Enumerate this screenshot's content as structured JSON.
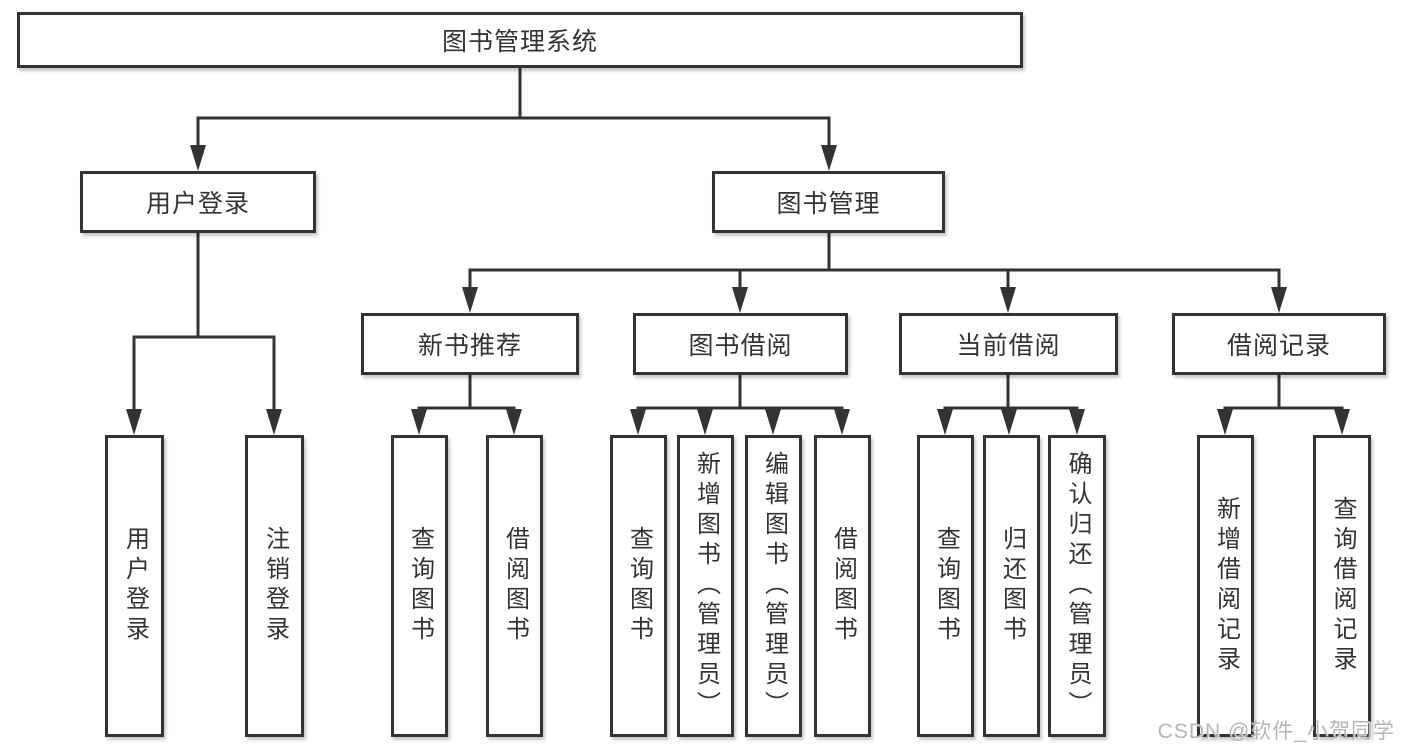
{
  "diagram": {
    "type": "tree",
    "title": "图书管理系统",
    "root": {
      "label": "图书管理系统",
      "children": [
        {
          "label": "用户登录",
          "children": [
            {
              "label": "用户登录"
            },
            {
              "label": "注销登录"
            }
          ]
        },
        {
          "label": "图书管理",
          "children": [
            {
              "label": "新书推荐",
              "children": [
                {
                  "label": "查询图书"
                },
                {
                  "label": "借阅图书"
                }
              ]
            },
            {
              "label": "图书借阅",
              "children": [
                {
                  "label": "查询图书"
                },
                {
                  "label": "新增图书（管理员）"
                },
                {
                  "label": "编辑图书（管理员）"
                },
                {
                  "label": "借阅图书"
                }
              ]
            },
            {
              "label": "当前借阅",
              "children": [
                {
                  "label": "查询图书"
                },
                {
                  "label": "归还图书"
                },
                {
                  "label": "确认归还（管理员）"
                }
              ]
            },
            {
              "label": "借阅记录",
              "children": [
                {
                  "label": "新增借阅记录"
                },
                {
                  "label": "查询借阅记录"
                }
              ]
            }
          ]
        }
      ]
    }
  },
  "watermark": {
    "text": "CSDN @软件_小贺同学"
  },
  "colors": {
    "line": "#333333",
    "box_border": "#333333",
    "box_fill": "#ffffff",
    "text": "#333333",
    "watermark": "#b5b5b5",
    "background": "#ffffff"
  }
}
